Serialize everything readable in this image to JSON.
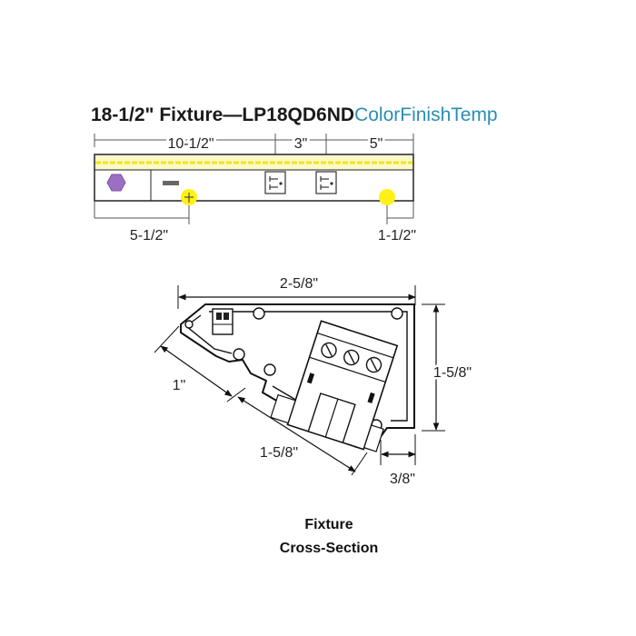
{
  "title": {
    "main": "18-1/2\" Fixture—LP18QD6ND",
    "suffix": "ColorFinishTemp"
  },
  "fixture_elevation": {
    "top_dimensions": [
      "10-1/2\"",
      "3\"",
      "5\""
    ],
    "bottom_dimensions": [
      "5-1/2\"",
      "1-1/2\""
    ]
  },
  "cross_section": {
    "dimensions": {
      "top_width": "2-5/8\"",
      "right_height": "1-5/8\"",
      "left_slope": "1\"",
      "bottom_slope": "1-5/8\"",
      "bottom_right": "3/8\""
    },
    "caption": [
      "Fixture",
      "Cross-Section"
    ]
  },
  "colors": {
    "led_strip": "#f2e418",
    "led_bar_fill": "#fbf9c8",
    "mount_hole": "#fff017",
    "hex_connector": "#9b6fc4",
    "title_accent": "#2a8fb0"
  },
  "icons": [
    "hex-connector-icon",
    "switch-slot-icon",
    "duplex-receptacle-icon",
    "mounting-hole-icon"
  ]
}
